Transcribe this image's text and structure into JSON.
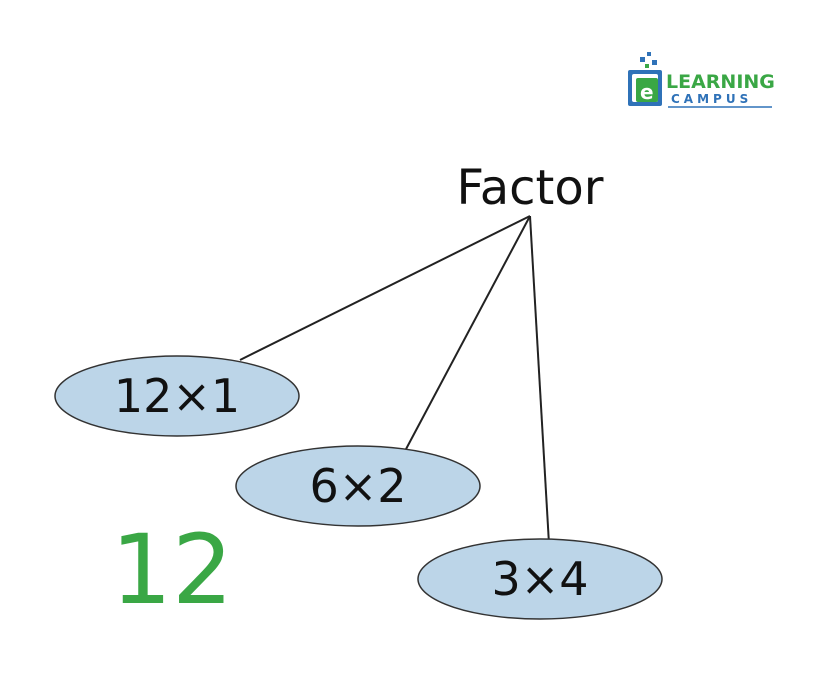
{
  "logo": {
    "line1": "LEARNING",
    "line2": "CAMPUS",
    "mark": "e",
    "colors": {
      "green": "#3aa745",
      "blue": "#2f72b8"
    }
  },
  "diagram": {
    "root": "Factor",
    "number": "12",
    "factors": [
      {
        "label": "12×1"
      },
      {
        "label": "6×2"
      },
      {
        "label": "3×4"
      }
    ],
    "colors": {
      "ellipse_fill": "#bcd5e8",
      "ellipse_stroke": "#333333",
      "line": "#222222",
      "number": "#3aa745"
    }
  }
}
